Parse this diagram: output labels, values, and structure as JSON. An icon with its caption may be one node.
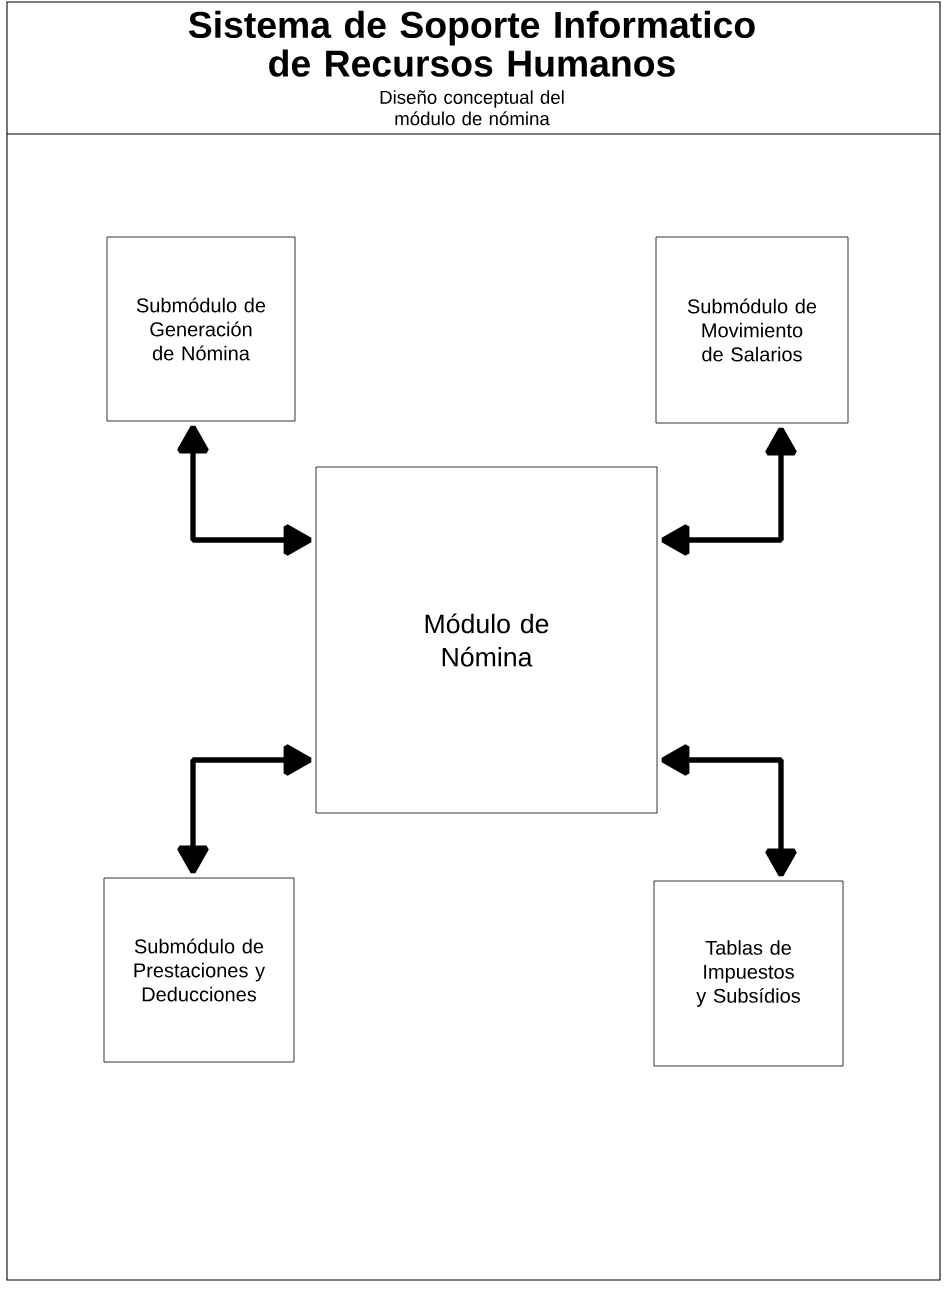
{
  "diagram": {
    "title": "Sistema de Soporte Informatico de Recursos Humanos",
    "nodes": [
      {
        "text": [
          "Submódulo de Generación de Nómina"
        ]
      },
      {
        "text": [
          "Submódulo de Movimiento de Salarios"
        ]
      },
      {
        "text": [
          "Módulo de Nómina"
        ]
      },
      {
        "text": [
          "Submódulo de Prestaciones y Deducciones"
        ]
      },
      {
        "text": [
          "Tablas de Impuestos y Subsídios"
        ]
      }
    ],
    "edges": [
      {
        "from": 2,
        "to": 0,
        "arrow": "both"
      },
      {
        "from": 2,
        "to": 1,
        "arrow": "both"
      },
      {
        "from": 2,
        "to": 3,
        "arrow": "both"
      },
      {
        "from": 2,
        "to": 4,
        "arrow": "both"
      }
    ],
    "labels": [
      "Diseño conceptual del módulo de nómina"
    ]
  }
}
